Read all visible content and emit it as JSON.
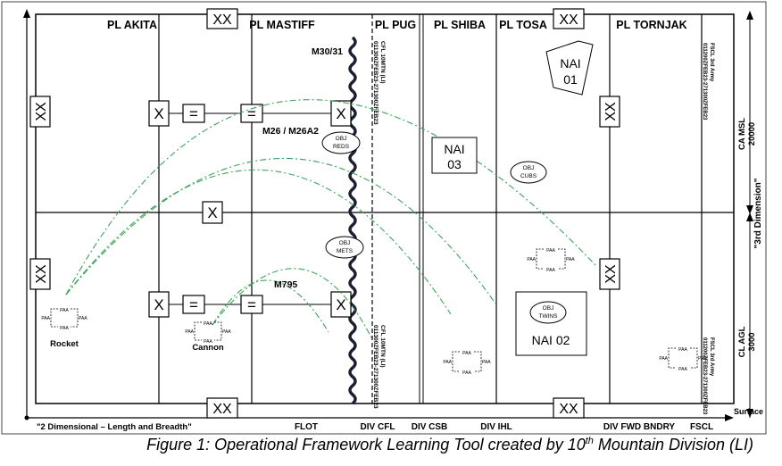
{
  "phase_lines": [
    "PL AKITA",
    "PL MASTIFF",
    "PL PUG",
    "PL SHIBA",
    "PL TOSA",
    "PL TORNJAK"
  ],
  "division_markers": {
    "top_left": "XX",
    "top_right": "XX",
    "bottom_left": "XX",
    "bottom_right": "XX",
    "left_upper": "XX",
    "left_lower": "XX",
    "right_upper": "XX",
    "right_lower": "XX"
  },
  "unit_symbols": {
    "brigade": "X",
    "battalion": "="
  },
  "weapons": {
    "upper_arc": "M30/31",
    "mid_arc": "M26 / M26A2",
    "lower_arc": "M795"
  },
  "objectives": {
    "reds": [
      "OBJ",
      "REDS"
    ],
    "mets": [
      "OBJ",
      "METS"
    ],
    "cubs": [
      "OBJ",
      "CUBS"
    ],
    "twins": [
      "OBJ",
      "TWINS"
    ]
  },
  "nais": {
    "nai01": [
      "NAI",
      "01"
    ],
    "nai02": "NAI 02",
    "nai03": [
      "NAI",
      "03"
    ]
  },
  "paa_label": "PAA",
  "asset_labels": {
    "rocket": "Rocket",
    "cannon": "Cannon"
  },
  "vertical_texts": {
    "cfl_top": [
      "CFL 10MTN (LI)",
      "011300ZFEB23-271300ZFEB23"
    ],
    "cfl_bottom": [
      "CFL 10MTN (LI)",
      "011300ZFEB23-271300ZFEB23"
    ],
    "fscl_top": [
      "FSCL 3rd Army",
      "011200ZFEB23-271300ZFEB23"
    ],
    "fscl_bottom": [
      "FSCL 3rd Army",
      "011200ZFEB23-271300ZFEB23"
    ]
  },
  "right_axis": {
    "ca_msl": [
      "CA MSL",
      "20000"
    ],
    "third_dimension": "\"3rd Dimension\"",
    "cl_agl": [
      "CL AGL",
      "3000"
    ],
    "surface": "Surface"
  },
  "bottom_axis": {
    "two_dimensional": "\"2 Dimensional – Length and Breadth\"",
    "flot": "FLOT",
    "div_cfl": "DIV CFL",
    "div_csb": "DIV CSB",
    "div_ihl": "DIV IHL",
    "div_fwd_bndry": "DIV FWD BNDRY",
    "fscl": "FSCL"
  },
  "caption": {
    "before": "Figure 1: Operational Framework Learning Tool created by 10",
    "sup": "th",
    "after": " Mountain Division (LI)"
  },
  "colors": {
    "line": "#000000",
    "arc": "#3fa35a",
    "frame": "#222222"
  }
}
